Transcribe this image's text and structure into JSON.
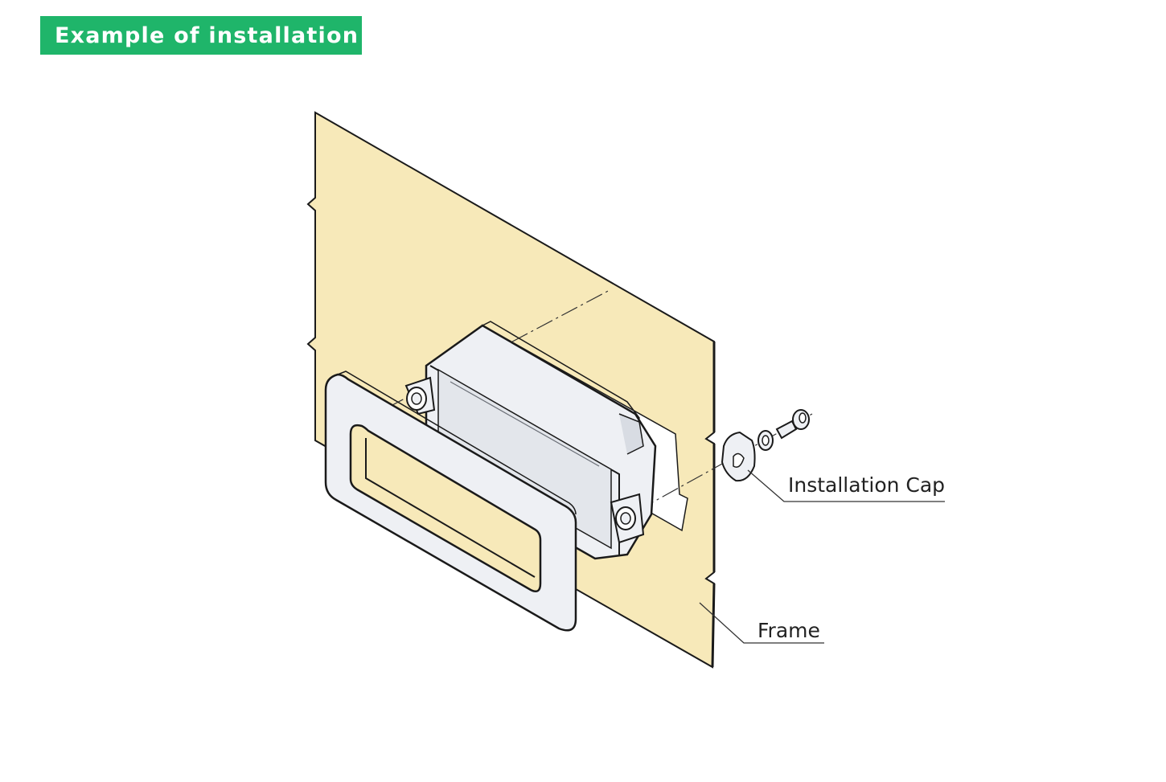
{
  "title": "Example of installation",
  "labels": {
    "installation_cap": "Installation Cap",
    "frame": "Frame"
  },
  "colors": {
    "title_bg": "#1fb56a",
    "title_text": "#ffffff",
    "panel_fill": "#f7e9b9",
    "part_fill": "#eef0f4",
    "line": "#1a1a1a"
  }
}
